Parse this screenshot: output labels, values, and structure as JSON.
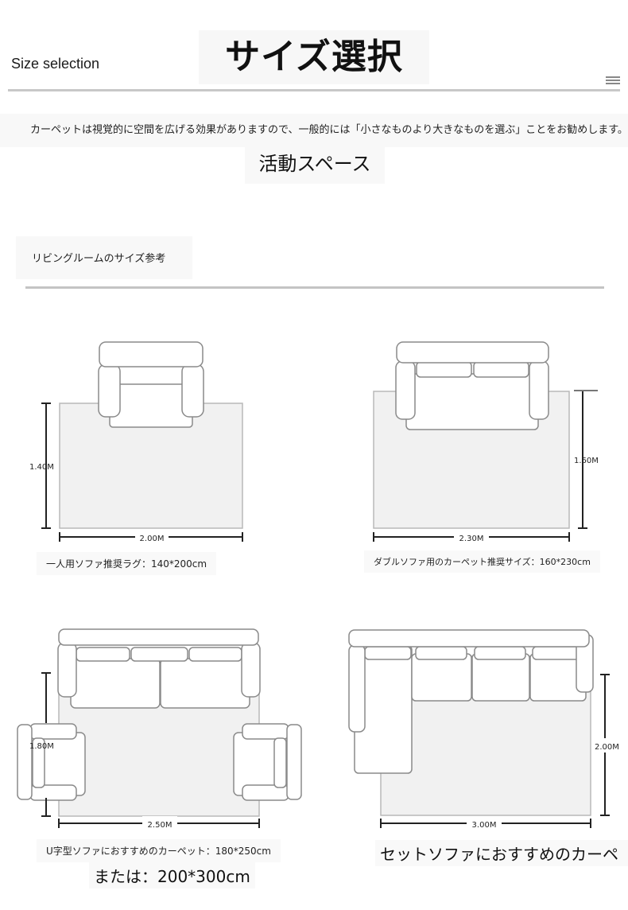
{
  "header": {
    "size_label": "Size selection",
    "title": "サイズ選択",
    "menu_icon": "menu-icon"
  },
  "intro_text": "カーペットは視覚的に空間を広げる効果がありますので、一般的には「小さなものより大きなものを選ぶ」ことをお勧めします。",
  "section_title": "活動スペース",
  "sub_section": "リビングルームのサイズ参考",
  "diagrams": [
    {
      "height_label": "1.40M",
      "width_label": "2.00M",
      "caption": "一人用ソファ推奨ラグ：140*200cm"
    },
    {
      "height_label": "1.60M",
      "width_label": "2.30M",
      "caption": "ダブルソファ用のカーペット推奨サイズ：160*230cm"
    },
    {
      "height_label": "1.80M",
      "width_label": "2.50M",
      "caption": "U字型ソファにおすすめのカーペット：180*250cm",
      "alt_caption": "または：200*300cm"
    },
    {
      "height_label": "2.00M",
      "width_label": "3.00M",
      "caption": "セットソファにおすすめのカーペ"
    }
  ],
  "colors": {
    "rug": "#f1f1f1",
    "rug_stroke": "#b9b9b9",
    "furniture_stroke": "#8a8a8a",
    "dim_line": "#222222"
  }
}
